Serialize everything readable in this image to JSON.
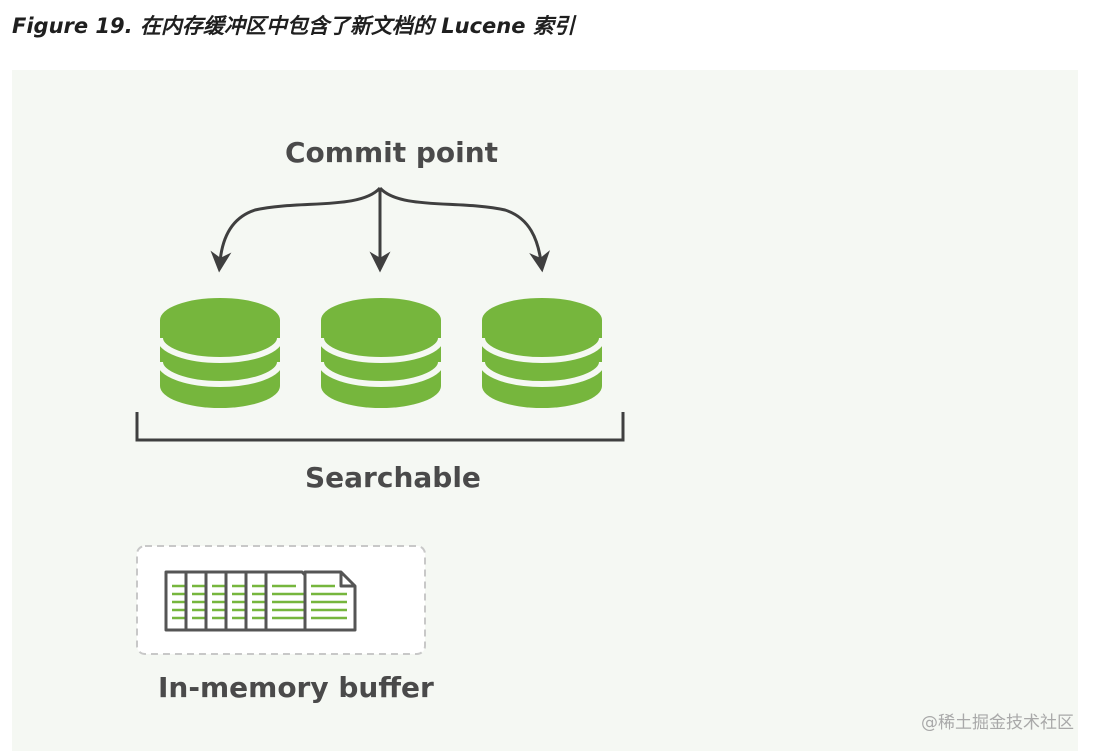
{
  "figure": {
    "caption": "Figure 19. 在内存缓冲区中包含了新文档的 Lucene 索引"
  },
  "diagram": {
    "commit_label": "Commit point",
    "searchable_label": "Searchable",
    "buffer_label": "In-memory buffer",
    "segment_count": 3,
    "buffer_document_count": 7,
    "colors": {
      "segment": "#76b63d",
      "arrow": "#3f3f3f",
      "buffer_lines": "#76b63d",
      "text": "#4a4a4a"
    },
    "icons": [
      "arrow-icon",
      "database-segment-icon",
      "document-icon"
    ]
  },
  "watermark": "@稀土掘金技术社区"
}
